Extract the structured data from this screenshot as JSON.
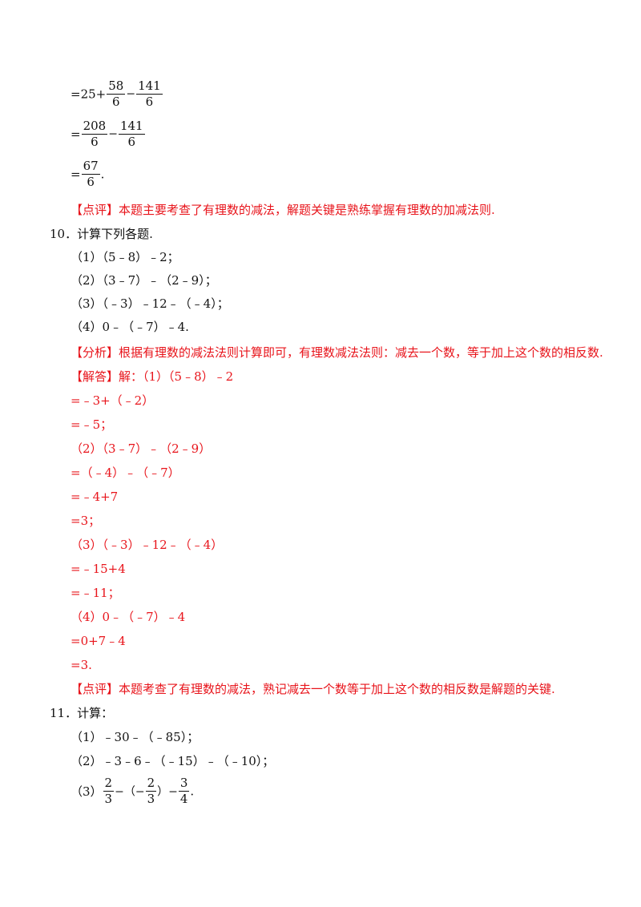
{
  "calc_top": {
    "line1": {
      "prefix": "=25+",
      "f1_num": "58",
      "f1_den": "6",
      "op": "−",
      "f2_num": "141",
      "f2_den": "6"
    },
    "line2": {
      "prefix": "=",
      "f1_num": "208",
      "f1_den": "6",
      "op": "−",
      "f2_num": "141",
      "f2_den": "6"
    },
    "line3": {
      "prefix": "=",
      "f_num": "67",
      "f_den": "6",
      "suffix": "."
    }
  },
  "comment1": "【点评】本题主要考查了有理数的减法，解题关键是熟练掌握有理数的加减法则.",
  "q10": {
    "title": "10．计算下列各题.",
    "items": [
      "（1）（5﹣8）﹣2；",
      "（2）（3﹣7）﹣（2﹣9）；",
      "（3）（﹣3）﹣12﹣（﹣4）；",
      "（4）0﹣（﹣7）﹣4."
    ],
    "analysis": "【分析】根据有理数的减法法则计算即可，有理数减法法则：减去一个数，等于加上这个数的相反数.",
    "solution": [
      "【解答】解：（1）（5﹣8）﹣2",
      "=﹣3+（﹣2）",
      "=﹣5；",
      "（2）（3﹣7）﹣（2﹣9）",
      "=（﹣4）﹣（﹣7）",
      "=﹣4+7",
      "=3；",
      "（3）（﹣3）﹣12﹣（﹣4）",
      "=﹣15+4",
      "=﹣11；",
      "（4）0﹣（﹣7）﹣4",
      "=0+7﹣4",
      "=3."
    ],
    "comment": "【点评】本题考查了有理数的减法，熟记减去一个数等于加上这个数的相反数是解题的关键."
  },
  "q11": {
    "title": "11．计算：",
    "items": [
      "（1）﹣30﹣（﹣85）；",
      "（2）﹣3﹣6﹣（﹣15）﹣（﹣10）；"
    ],
    "item3": {
      "label": "（3）",
      "f1_num": "2",
      "f1_den": "3",
      "op1": "−（−",
      "f2_num": "2",
      "f2_den": "3",
      "op2": "）−",
      "f3_num": "3",
      "f3_den": "4",
      "suffix": "."
    }
  }
}
